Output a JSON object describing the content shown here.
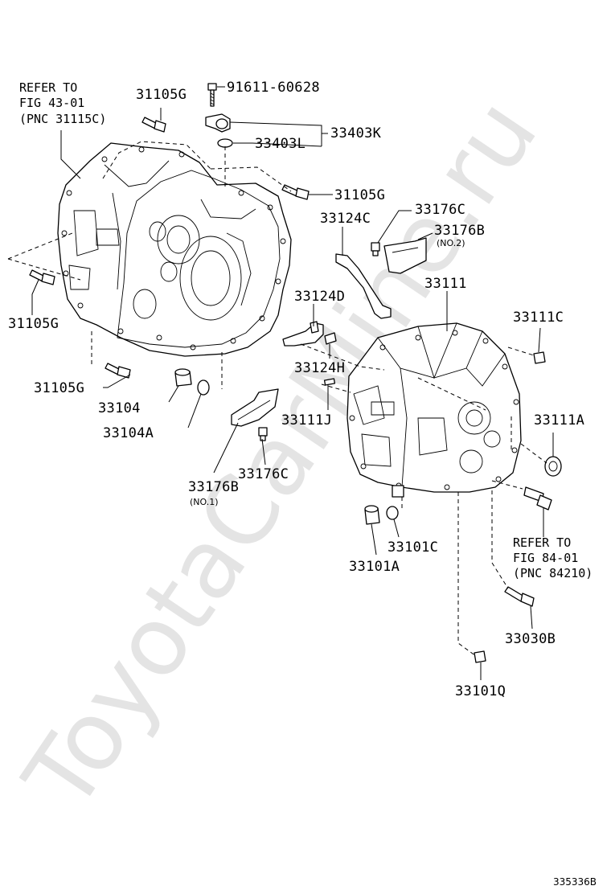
{
  "watermark": "ToyotaCarMine.ru",
  "figure_code": "335336B",
  "labels": {
    "p31105g_top": "31105G",
    "p91611": "91611-60628",
    "p33403k": "33403K",
    "p33403l": "33403L",
    "p31105g_mid": "31105G",
    "p31105g_left": "31105G",
    "p31105g_bottom": "31105G",
    "p33124c": "33124C",
    "p33176c_top": "33176C",
    "p33176b_top": "33176B",
    "p33176b_top_sub": "(NO.2)",
    "p33111": "33111",
    "p33111c": "33111C",
    "p33124d": "33124D",
    "p33124h": "33124H",
    "p33104": "33104",
    "p33104a": "33104A",
    "p33111j": "33111J",
    "p33111a": "33111A",
    "p33176c_bottom": "33176C",
    "p33176b_bottom": "33176B",
    "p33176b_bottom_sub": "(NO.1)",
    "p33101c": "33101C",
    "p33101a": "33101A",
    "p33030b": "33030B",
    "p33101q": "33101Q"
  },
  "references": {
    "top_left": [
      "REFER TO",
      "FIG 43-01",
      "(PNC 31115C)"
    ],
    "right": [
      "REFER TO",
      "FIG 84-01",
      "(PNC 84210)"
    ]
  }
}
